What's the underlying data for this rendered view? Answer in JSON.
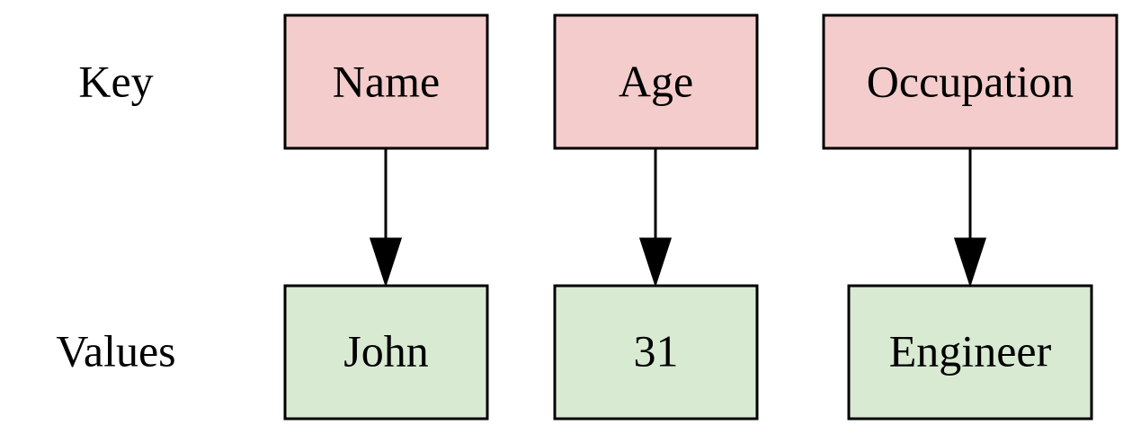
{
  "row_labels": {
    "keys": "Key",
    "values": "Values"
  },
  "keys": [
    "Name",
    "Age",
    "Occupation"
  ],
  "values": [
    "John",
    "31",
    "Engineer"
  ],
  "colors": {
    "key_fill": "#f4cccc",
    "value_fill": "#d9ead3",
    "stroke": "#000000",
    "edge": "#000000"
  }
}
